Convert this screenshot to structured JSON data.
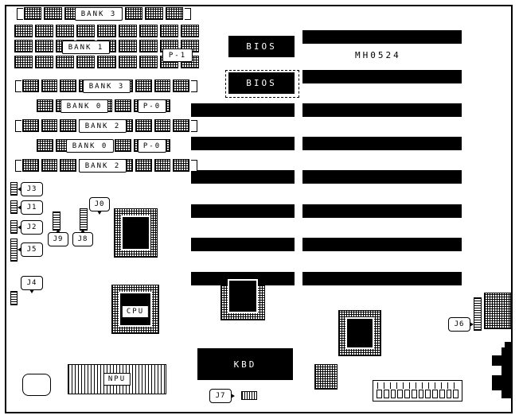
{
  "diagram": {
    "part_number": "MH0524",
    "bank_labels": {
      "top_bank3": "BANK 3",
      "bank1": "BANK 1",
      "p1": "P-1",
      "mid_bank3": "BANK 3",
      "bank0_a": "BANK 0",
      "p0_a": "P-0",
      "bank2_a": "BANK 2",
      "bank0_b": "BANK 0",
      "p0_b": "P-0",
      "bank2_b": "BANK 2"
    },
    "chips": {
      "bios_top": "BIOS",
      "bios_bottom": "BIOS",
      "cpu": "CPU",
      "npu": "NPU",
      "kbd": "KBD"
    },
    "jumpers": {
      "j0": "J0",
      "j1": "J1",
      "j2": "J2",
      "j3": "J3",
      "j4": "J4",
      "j5": "J5",
      "j6": "J6",
      "j7": "J7",
      "j8": "J8",
      "j9": "J9"
    }
  }
}
